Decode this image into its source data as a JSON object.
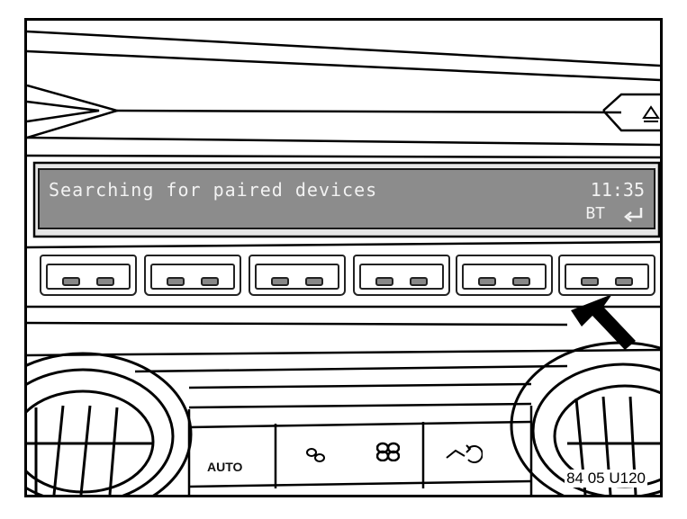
{
  "display": {
    "message": "Searching for paired devices",
    "time": "11:35",
    "bt_label": "BT",
    "back_icon": "back-arrow-icon"
  },
  "climate": {
    "auto_label": "AUTO",
    "fan_low_icon": "fan-low-icon",
    "fan_high_icon": "fan-high-icon",
    "recirculation_icon": "recirculation-icon"
  },
  "softkeys": {
    "count": 6
  },
  "reference_code": "84 05 U120",
  "colors": {
    "display_bg": "#8c8c8c",
    "display_text": "#f2f2f2",
    "line": "#000000"
  }
}
